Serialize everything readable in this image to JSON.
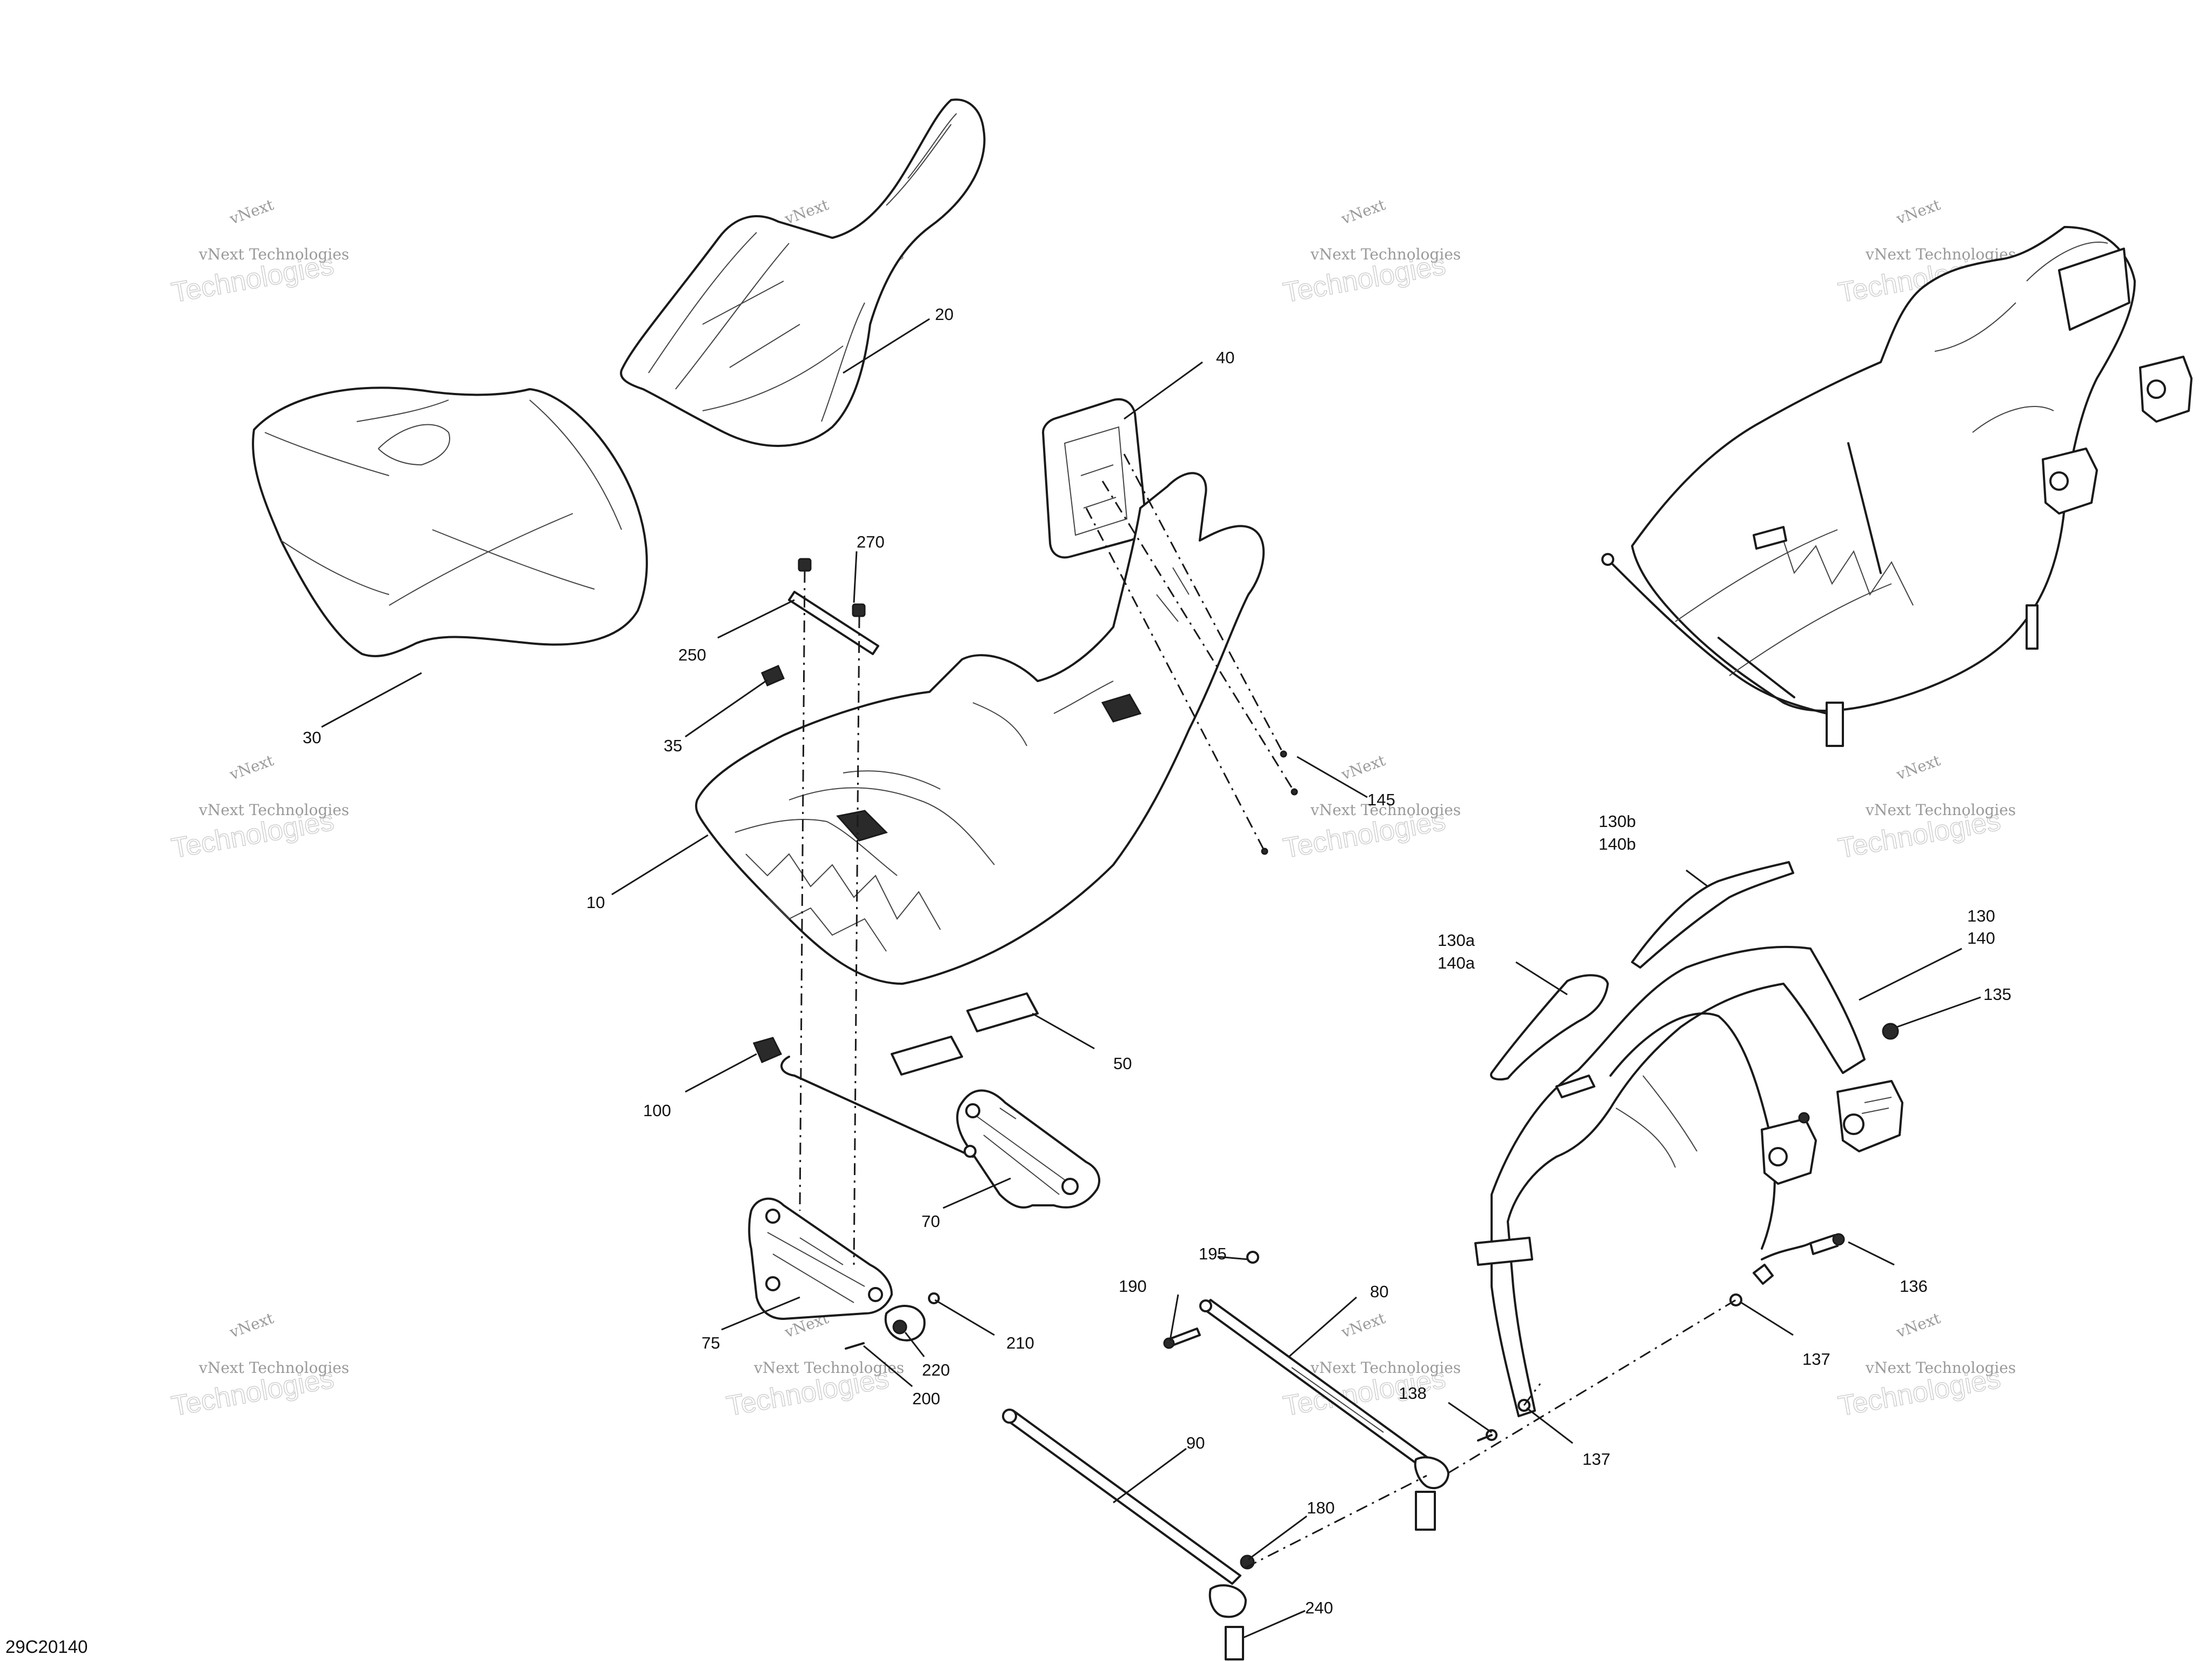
{
  "diagram": {
    "reference_code": "29C20140",
    "watermark_small": "vNext Technologies",
    "watermark_large": "Technologies",
    "watermark_cursive": "vNext",
    "callouts": [
      "20",
      "30",
      "40",
      "270",
      "250",
      "35",
      "10",
      "145",
      "130b",
      "140b",
      "130a",
      "140a",
      "130",
      "140",
      "135",
      "50",
      "100",
      "70",
      "195",
      "190",
      "80",
      "136",
      "75",
      "210",
      "220",
      "200",
      "137",
      "138",
      "137",
      "90",
      "180",
      "240"
    ]
  }
}
